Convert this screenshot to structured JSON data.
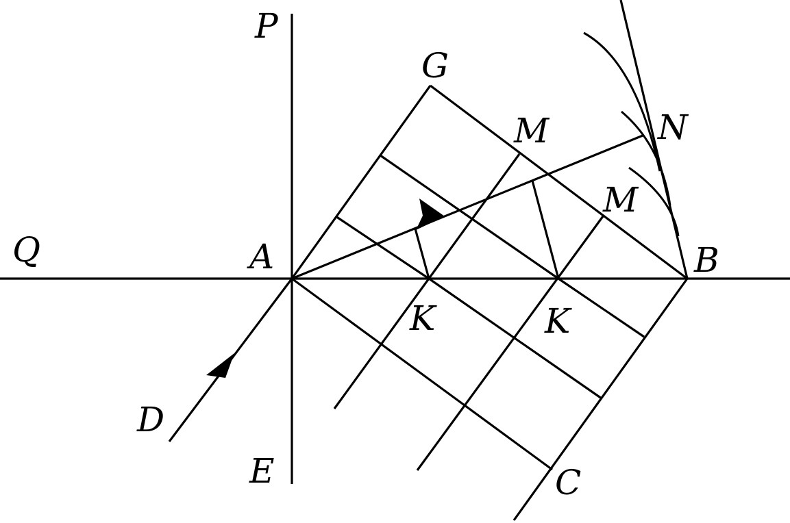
{
  "labels": {
    "P": "P",
    "Q": "Q",
    "A": "A",
    "B": "B",
    "C": "C",
    "D": "D",
    "E": "E",
    "G": "G",
    "M1": "M",
    "M2": "M",
    "N": "N",
    "K1": "K",
    "K2": "K"
  },
  "colors": {
    "ink": "#000000",
    "background": "#ffffff"
  }
}
